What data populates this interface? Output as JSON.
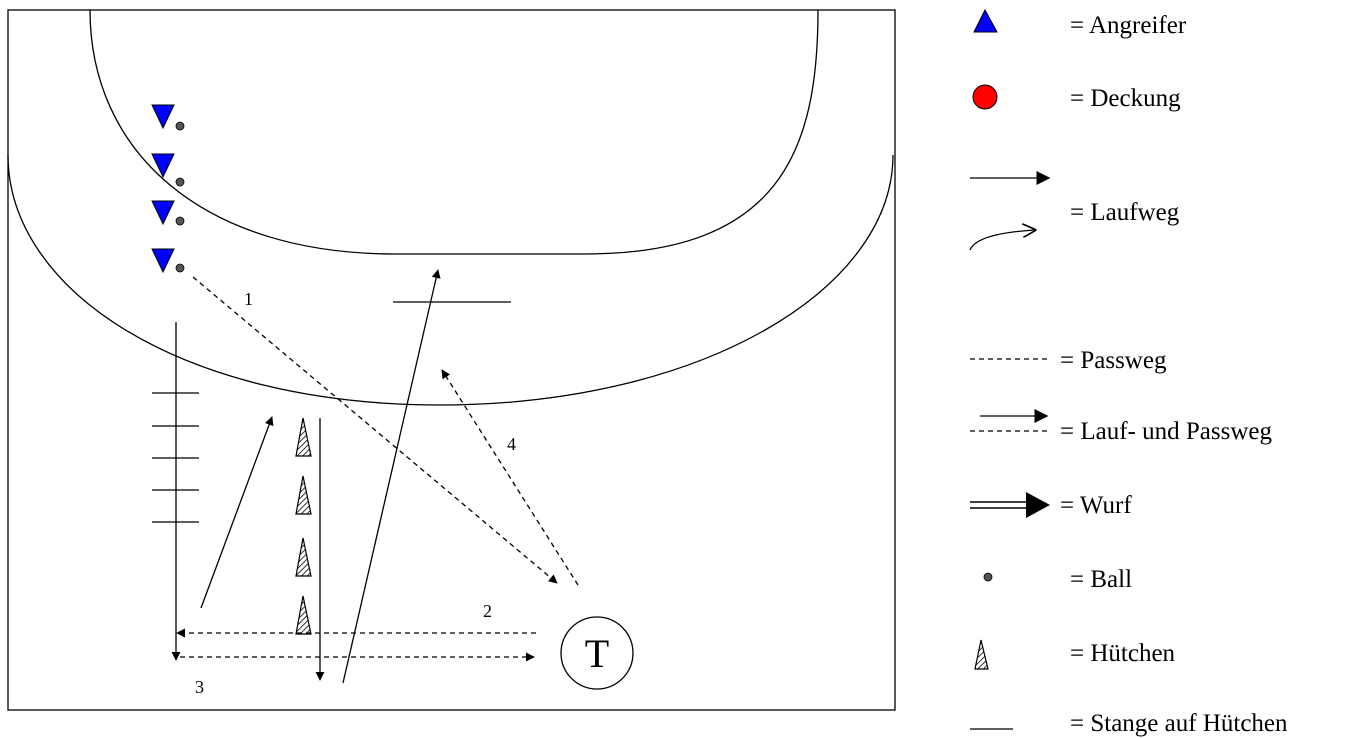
{
  "diagram": {
    "step_labels": [
      "1",
      "2",
      "3",
      "4"
    ],
    "coach_label": "T"
  },
  "legend": {
    "items": [
      {
        "id": "angreifer",
        "text": "= Angreifer",
        "icon": "attacker-triangle-icon",
        "color": "#0000ff"
      },
      {
        "id": "deckung",
        "text": "= Deckung",
        "icon": "defender-circle-icon",
        "color": "#ff0000"
      },
      {
        "id": "laufweg",
        "text": "= Laufweg",
        "icon": "run-path-arrow-icon"
      },
      {
        "id": "passweg",
        "text": "= Passweg",
        "icon": "pass-path-dashed-icon"
      },
      {
        "id": "lauf-passweg",
        "text": "= Lauf- und Passweg",
        "icon": "run-and-pass-path-icon"
      },
      {
        "id": "wurf",
        "text": "= Wurf",
        "icon": "shot-double-arrow-icon"
      },
      {
        "id": "ball",
        "text": "= Ball",
        "icon": "ball-dot-icon",
        "color": "#666666"
      },
      {
        "id": "huetchen",
        "text": "= Hütchen",
        "icon": "cone-icon"
      },
      {
        "id": "stange",
        "text": "= Stange auf Hütchen",
        "icon": "bar-line-icon"
      }
    ]
  },
  "colors": {
    "attacker": "#0000ff",
    "defender": "#ff0000",
    "ball": "#555555",
    "line": "#000000"
  }
}
